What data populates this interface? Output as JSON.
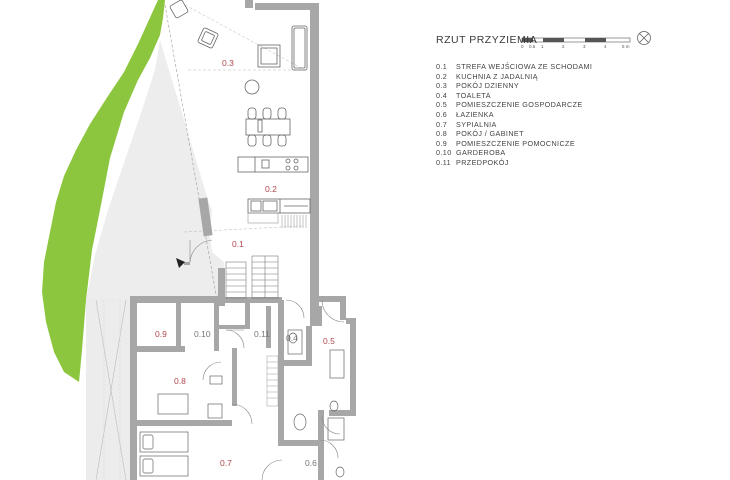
{
  "legend": {
    "title": "RZUT PRZYZIEMIA",
    "scale_labels": [
      "0",
      "0.5",
      "1",
      "2",
      "3",
      "4",
      "5 m"
    ],
    "items": [
      {
        "num": "0.1",
        "label": "STREFA WEJŚCIOWA ZE SCHODAMI"
      },
      {
        "num": "0.2",
        "label": "KUCHNIA Z JADALNIĄ"
      },
      {
        "num": "0.3",
        "label": "POKÓJ DZIENNY"
      },
      {
        "num": "0.4",
        "label": "TOALETA"
      },
      {
        "num": "0.5",
        "label": "POMIESZCZENIE GOSPODARCZE"
      },
      {
        "num": "0.6",
        "label": "ŁAZIENKA"
      },
      {
        "num": "0.7",
        "label": "SYPIALNIA"
      },
      {
        "num": "0.8",
        "label": "POKÓJ / GABINET"
      },
      {
        "num": "0.9",
        "label": "POMIESZCZENIE POMOCNICZE"
      },
      {
        "num": "0.10",
        "label": "GARDEROBA"
      },
      {
        "num": "0.11",
        "label": "PRZEDPOKÓJ"
      }
    ]
  },
  "rooms": {
    "r01": "0.1",
    "r02": "0.2",
    "r03": "0.3",
    "r04": "0.4",
    "r05": "0.5",
    "r06": "0.6",
    "r07": "0.7",
    "r08": "0.8",
    "r09": "0.9",
    "r10": "0.10",
    "r11": "0.11"
  },
  "colors": {
    "greenery": "#8cc63f",
    "walls": "#a7a7a7",
    "room_label": "#b0474c",
    "text": "#444444"
  },
  "icons": {
    "north": "north-arrow-icon",
    "entrance": "entrance-arrow-icon"
  }
}
